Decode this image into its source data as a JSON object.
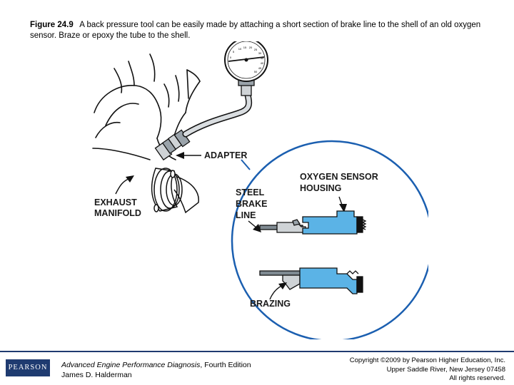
{
  "caption": {
    "label": "Figure 24.9",
    "text": "A back pressure tool can be easily made by attaching a short section of brake line to the shell of an old oxygen sensor. Braze or epoxy the tube to the shell."
  },
  "diagram": {
    "labels": {
      "adapter": "ADAPTER",
      "exhaust": "EXHAUST",
      "manifold": "MANIFOLD",
      "oxygen_sensor": "OXYGEN SENSOR",
      "housing": "HOUSING",
      "steel": "STEEL",
      "brake": "BRAKE",
      "line": "LINE",
      "brazing": "BRAZING"
    },
    "gauge_ticks": [
      "10",
      "15",
      "20",
      "25",
      "30",
      "35",
      "40",
      "45",
      "50",
      "5",
      "0"
    ]
  },
  "footer": {
    "logo": "PEARSON",
    "book_title": "Advanced Engine Performance Diagnosis",
    "book_edition": ", Fourth Edition",
    "author": "James D. Halderman",
    "copyright_line1": "Copyright ©2009 by Pearson Higher Education, Inc.",
    "copyright_line2": "Upper Saddle River, New Jersey 07458",
    "copyright_line3": "All rights reserved."
  },
  "colors": {
    "brand": "#1f3b70",
    "sensor_fill": "#5bb3e6",
    "pipe_fill": "#cfd3d6"
  }
}
